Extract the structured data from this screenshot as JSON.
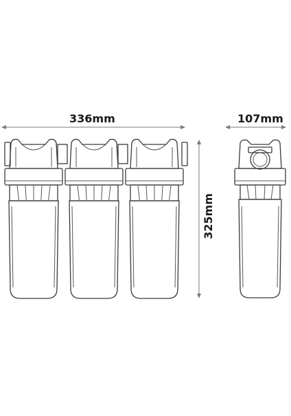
{
  "dimensions": {
    "width": "336mm",
    "depth": "107mm",
    "height": "325mm"
  },
  "colors": {
    "outline": "#3a3a3a",
    "dimension_line": "#7a7a7a",
    "text": "#1a1a1a"
  }
}
